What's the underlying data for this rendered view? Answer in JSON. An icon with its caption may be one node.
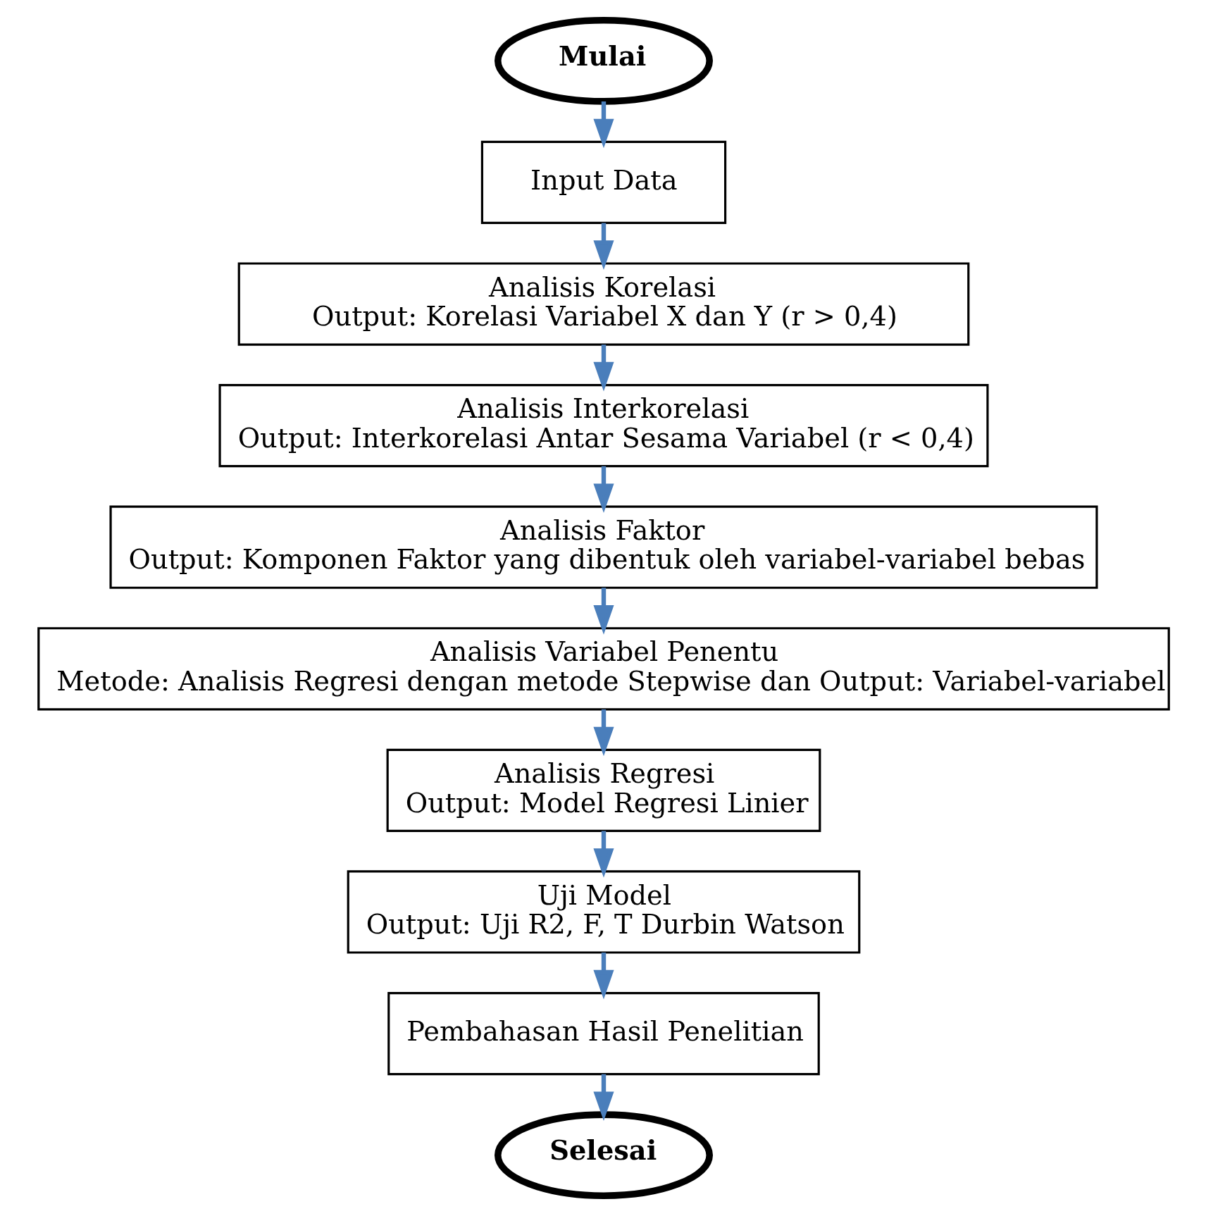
{
  "diagram": {
    "nodes": [
      {
        "text": [
          "Mulai"
        ]
      },
      {
        "text": [
          "Input Data"
        ]
      },
      {
        "text": [
          "Analisis Korelasi",
          "Output: Korelasi Variabel X dan Y (r > 0,4)"
        ]
      },
      {
        "text": [
          "Analisis Interkorelasi",
          "Output: Interkorelasi Antar Sesama Variabel (r < 0,4)"
        ]
      },
      {
        "text": [
          "Analisis Faktor",
          "Output: Komponen Faktor yang dibentuk oleh variabel-variabel bebas"
        ]
      },
      {
        "text": [
          "Analisis Variabel Penentu",
          "Metode: Analisis Regresi dengan metode Stepwise dan Output: Variabel-variabel"
        ]
      },
      {
        "text": [
          "Analisis Regresi",
          "Output: Model Regresi Linier"
        ]
      },
      {
        "text": [
          "Uji Model",
          "Output: Uji R2, F, T Durbin Watson"
        ]
      },
      {
        "text": [
          "Pembahasan Hasil Penelitian"
        ]
      },
      {
        "text": [
          "Selesai"
        ]
      }
    ],
    "edges": [
      {
        "from": 0,
        "to": 1,
        "arrow": "to"
      },
      {
        "from": 1,
        "to": 2,
        "arrow": "to"
      },
      {
        "from": 2,
        "to": 3,
        "arrow": "to"
      },
      {
        "from": 3,
        "to": 4,
        "arrow": "to"
      },
      {
        "from": 4,
        "to": 5,
        "arrow": "to"
      },
      {
        "from": 5,
        "to": 6,
        "arrow": "to"
      },
      {
        "from": 6,
        "to": 7,
        "arrow": "to"
      },
      {
        "from": 7,
        "to": 8,
        "arrow": "to"
      },
      {
        "from": 8,
        "to": 9,
        "arrow": "to"
      }
    ]
  }
}
